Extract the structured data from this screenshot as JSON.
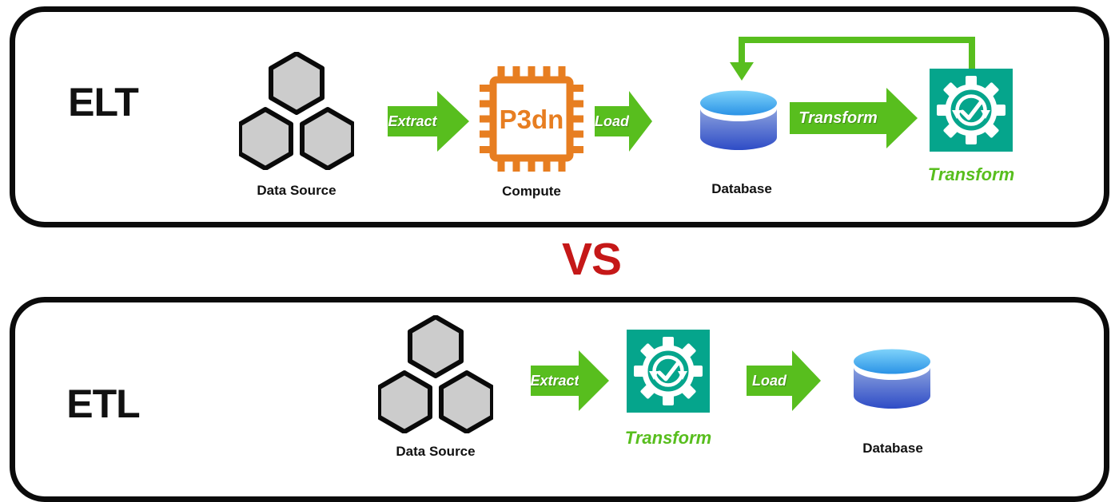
{
  "vs_label": "VS",
  "colors": {
    "arrow_green": "#58BE1E",
    "transform_teal": "#05A58C",
    "compute_orange": "#E77E21",
    "vs_red": "#C51818",
    "hexagon_gray": "#CCCCCC",
    "database_blue_top": "#6FC8F8",
    "database_blue_bottom": "#2E4CC6"
  },
  "elt": {
    "title": "ELT",
    "data_source_label": "Data Source",
    "extract_arrow_label": "Extract",
    "compute_chip_text": "P3dn",
    "compute_label": "Compute",
    "load_arrow_label": "Load",
    "database_label": "Database",
    "transform_arrow_label": "Transform",
    "transform_label": "Transform"
  },
  "etl": {
    "title": "ETL",
    "data_source_label": "Data Source",
    "extract_arrow_label": "Extract",
    "transform_label": "Transform",
    "load_arrow_label": "Load",
    "database_label": "Database"
  }
}
